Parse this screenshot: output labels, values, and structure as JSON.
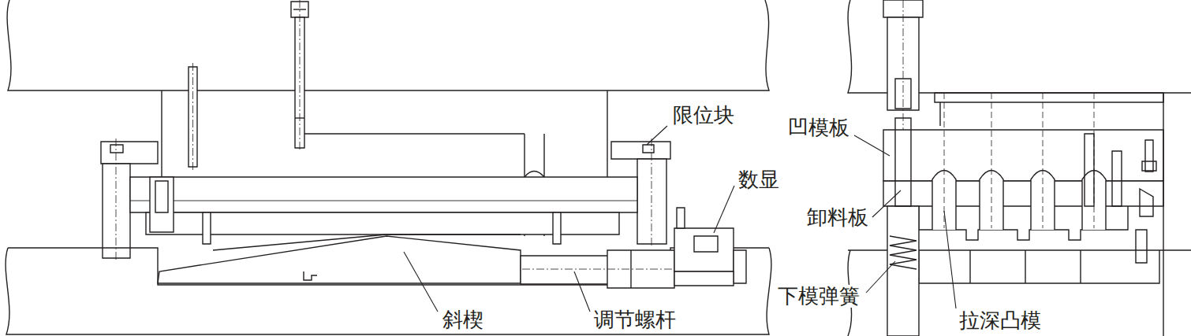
{
  "diagram": {
    "labels": [
      "限位块",
      "数显",
      "斜楔",
      "调节螺杆",
      "凹模板",
      "卸料板",
      "下模弹簧",
      "拉深凸模"
    ]
  }
}
